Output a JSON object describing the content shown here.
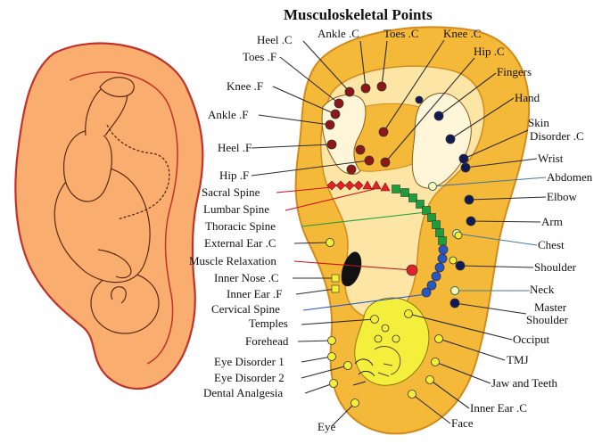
{
  "title": "Musculoskeletal Points",
  "labels": {
    "heel_c": "Heel .C",
    "ankle_c": "Ankle .C",
    "toes_c": "Toes .C",
    "knee_c": "Knee .C",
    "toes_f": "Toes .F",
    "hip_c": "Hip .C",
    "fingers": "Fingers",
    "knee_f": "Knee .F",
    "hand": "Hand",
    "ankle_f": "Ankle .F",
    "skin": "Skin",
    "disorder_c": "Disorder .C",
    "heel_f": "Heel .F",
    "wrist": "Wrist",
    "hip_f": "Hip .F",
    "abdomen": "Abdomen",
    "sacral_spine": "Sacral Spine",
    "elbow": "Elbow",
    "lumbar_spine": "Lumbar Spine",
    "arm": "Arm",
    "thoracic_spine": "Thoracic Spine",
    "chest": "Chest",
    "external_ear_c": "External Ear .C",
    "shoulder": "Shoulder",
    "muscle_relaxation": "Muscle Relaxation",
    "inner_nose_c": "Inner Nose .C",
    "neck": "Neck",
    "inner_ear_f": "Inner Ear .F",
    "master": "Master",
    "master_shoulder": "Shoulder",
    "cervical_spine": "Cervical Spine",
    "temples": "Temples",
    "occiput": "Occiput",
    "forehead": "Forehead",
    "eye_disorder_1": "Eye Disorder 1",
    "tmj": "TMJ",
    "eye_disorder_2": "Eye Disorder 2",
    "jaw_and_teeth": "Jaw and Teeth",
    "dental_analgesia": "Dental Analgesia",
    "inner_ear_c": "Inner Ear .C",
    "face": "Face",
    "eye": "Eye"
  },
  "colors": {
    "ear_fill": "#f9ad6f",
    "ear_outline": "#c0322a",
    "ear_right_fill": "#f5b93a",
    "ear_right_outline": "#d38a1c",
    "inner_region": "#fde6a5",
    "head_yellow": "#f4ef3c",
    "point_darkred": "#8e1616",
    "point_red": "#e1222a",
    "point_green": "#1e9e3a",
    "point_blue": "#2756c6",
    "point_navy": "#111a55",
    "point_yellow": "#f5ee36"
  }
}
